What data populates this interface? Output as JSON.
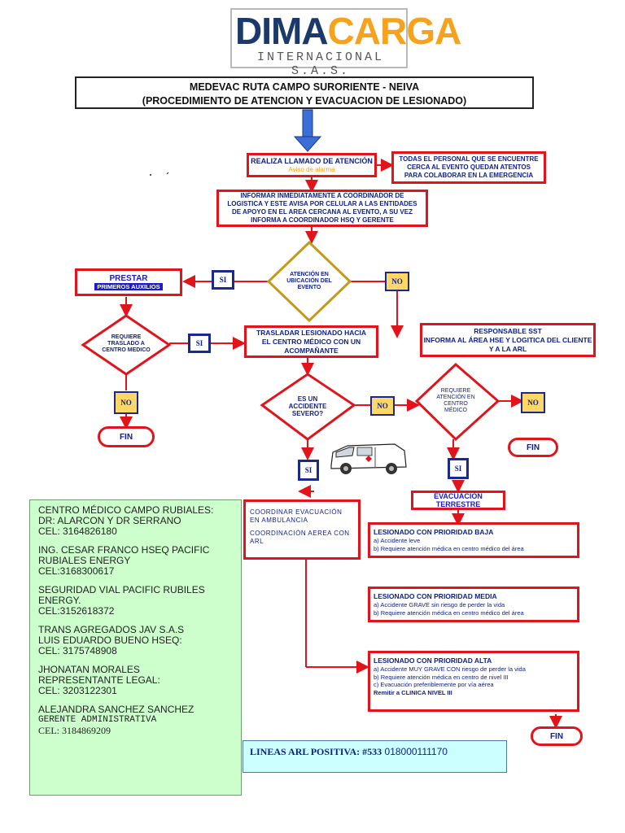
{
  "logo": {
    "brand_dima": "DIMA",
    "brand_carga": "CARGA",
    "subtitle": "INTERNACIONAL S.A.S."
  },
  "title": {
    "line1": "MEDEVAC RUTA CAMPO SURORIENTE - NEIVA",
    "line2": "(PROCEDIMIENTO DE ATENCION Y EVACUACION DE LESIONADO)"
  },
  "flow": {
    "call_box": {
      "label": "REALIZA LLAMADO DE ATENCIÓN",
      "sub": "Aviso de alarma"
    },
    "nearby_box": "TODAS EL PERSONAL QUE SE ENCUENTRE CERCA AL EVENTO QUEDAN ATENTOS PARA COLABORAR EN LA EMERGENCIA",
    "inform_box": "INFORMAR INMEDIATAMENTE A COORDINADOR DE LOGISTICA Y ESTE AVISA POR CELULAR A LAS ENTIDADES DE APOYO EN EL AREA CERCANA AL EVENTO, A SU VEZ INFORMA A COORDINADOR HSQ Y GERENTE",
    "diamond_location": "ATENCIÓN EN UBICACIÓN DEL EVENTO",
    "first_aid": {
      "label": "PRESTAR",
      "sub": "PRIMEROS AUXILIOS"
    },
    "diamond_transfer": "REQUIERE TRASLADO A CENTRO MEDICO",
    "transfer_box": "TRASLADAR LESIONADO HACIA EL CENTRO MÉDICO CON UN ACOMPAÑANTE",
    "sst_box": {
      "line1": "RESPONSABLE SST",
      "line2": "INFORMA AL ÁREA HSE Y LOGITICA DEL CLIENTE Y A LA ARL"
    },
    "diamond_severe": "ES UN ACCIDENTE SEVERO?",
    "diamond_medical": "REQUIERE ATENCIÓN EN CENTRO MÉDICO",
    "evac_box": "EVACUACIÓN TERRESTRE",
    "coord_box": {
      "line1": "COORDINAR EVACUACIÓN EN AMBULANCIA",
      "line2": "COORDINACIÓN AEREA CON ARL"
    },
    "si": "SI",
    "no": "NO",
    "fin": "FIN"
  },
  "priorities": {
    "low": {
      "title": "LESIONADO CON PRIORIDAD BAJA",
      "items": [
        "a) Accidente leve",
        "b) Requiere atención médica en centro médico del área"
      ]
    },
    "medium": {
      "title": "LESIONADO CON PRIORIDAD MEDIA",
      "items": [
        "a) Accidente GRAVE sin riesgo de perder la vida",
        "b) Requiere atención médica en centro médico del área"
      ]
    },
    "high": {
      "title": "LESIONADO CON PRIORIDAD ALTA",
      "items": [
        "a) Accidente MUY GRAVE CON riesgo de perder la vida",
        "b) Requiere atención médica en centro de nivel III",
        "c) Evacuación preferiblemente por vía aérea"
      ],
      "remit": "Remitir a CLINICA NIVEL III"
    }
  },
  "contacts": [
    {
      "lines": [
        "CENTRO MÉDICO CAMPO RUBIALES:",
        "DR: ALARCON Y DR SERRANO",
        "CEL: 3164826180"
      ]
    },
    {
      "lines": [
        "ING. CESAR FRANCO HSEQ PACIFIC",
        "RUBIALES ENERGY",
        "CEL:3168300617"
      ]
    },
    {
      "lines": [
        "SEGURIDAD VIAL PACIFIC RUBILES",
        "ENERGY.",
        "CEL:3152618372"
      ]
    },
    {
      "lines": [
        "TRANS AGREGADOS JAV S.A.S",
        "LUIS EDUARDO BUENO HSEQ:",
        "CEL: 3175748908"
      ]
    },
    {
      "lines": [
        "JHONATAN MORALES",
        "REPRESENTANTE LEGAL:",
        "CEL: 3203122301"
      ]
    },
    {
      "lines": [
        "ALEJANDRA SANCHEZ SANCHEZ",
        "GERENTE ADMINISTRATIVA",
        "CEL: 3184869209"
      ]
    }
  ],
  "arl": {
    "label": "LINEAS ARL POSITIVA: #533",
    "number": "018000111170"
  },
  "colors": {
    "border_red": "#e0141a",
    "navy": "#0d1f8a",
    "logo_blue": "#1b3a6b",
    "logo_orange": "#f6a21c",
    "green_panel": "#ccffcc",
    "no_yellow": "#ffd766"
  },
  "icons": [
    "ambulance-icon",
    "down-arrow-icon"
  ]
}
